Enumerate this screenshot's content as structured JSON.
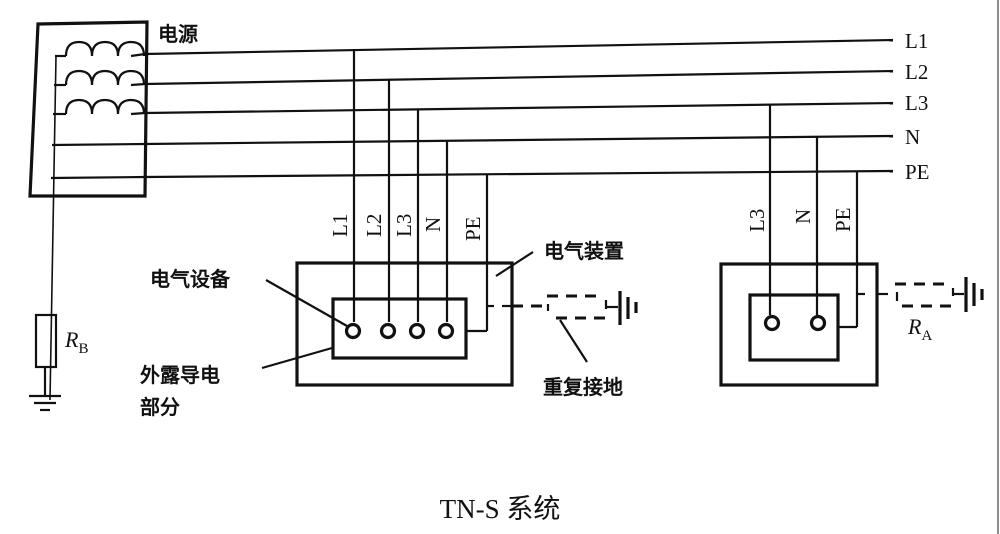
{
  "title": "TN-S 系统",
  "source": {
    "label": "电源",
    "resistor_label": "R",
    "resistor_subscript": "B"
  },
  "bus_lines": [
    "L1",
    "L2",
    "L3",
    "N",
    "PE"
  ],
  "device1": {
    "terminal_labels": [
      "L1",
      "L2",
      "L3",
      "N",
      "PE"
    ],
    "label_equipment": "电气设备",
    "label_exposed_line1": "外露导电",
    "label_exposed_line2": "部分",
    "label_installation": "电气装置",
    "label_repeat_ground": "重复接地"
  },
  "device2": {
    "terminal_labels": [
      "L3",
      "N",
      "PE"
    ],
    "resistor_label": "R",
    "resistor_subscript": "A"
  },
  "colors": {
    "line": "#111111",
    "background": "#ffffff"
  }
}
